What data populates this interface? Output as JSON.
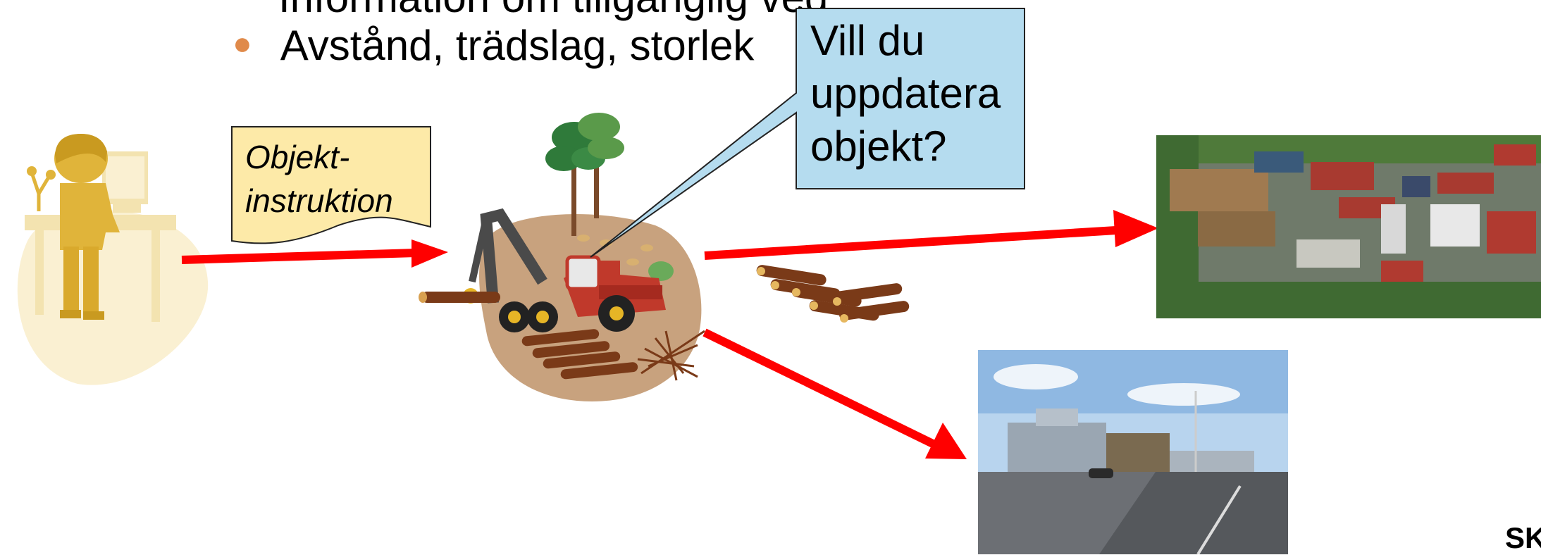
{
  "bullets": {
    "partial_line": "Information om tillgänglig ved",
    "item": "Avstånd, trädslag, storlek"
  },
  "note": {
    "line1": "Objekt-",
    "line2": "instruktion"
  },
  "callout": {
    "line1": "Vill du",
    "line2": "uppdatera",
    "line3": "objekt?"
  },
  "corner_text": "SK",
  "colors": {
    "arrow": "#ff0000",
    "note_fill": "#fdeaa8",
    "callout_fill": "#b5dcef",
    "bullet": "#e08a4a",
    "person": "#e0b43a",
    "ground": "#c8a27e"
  }
}
